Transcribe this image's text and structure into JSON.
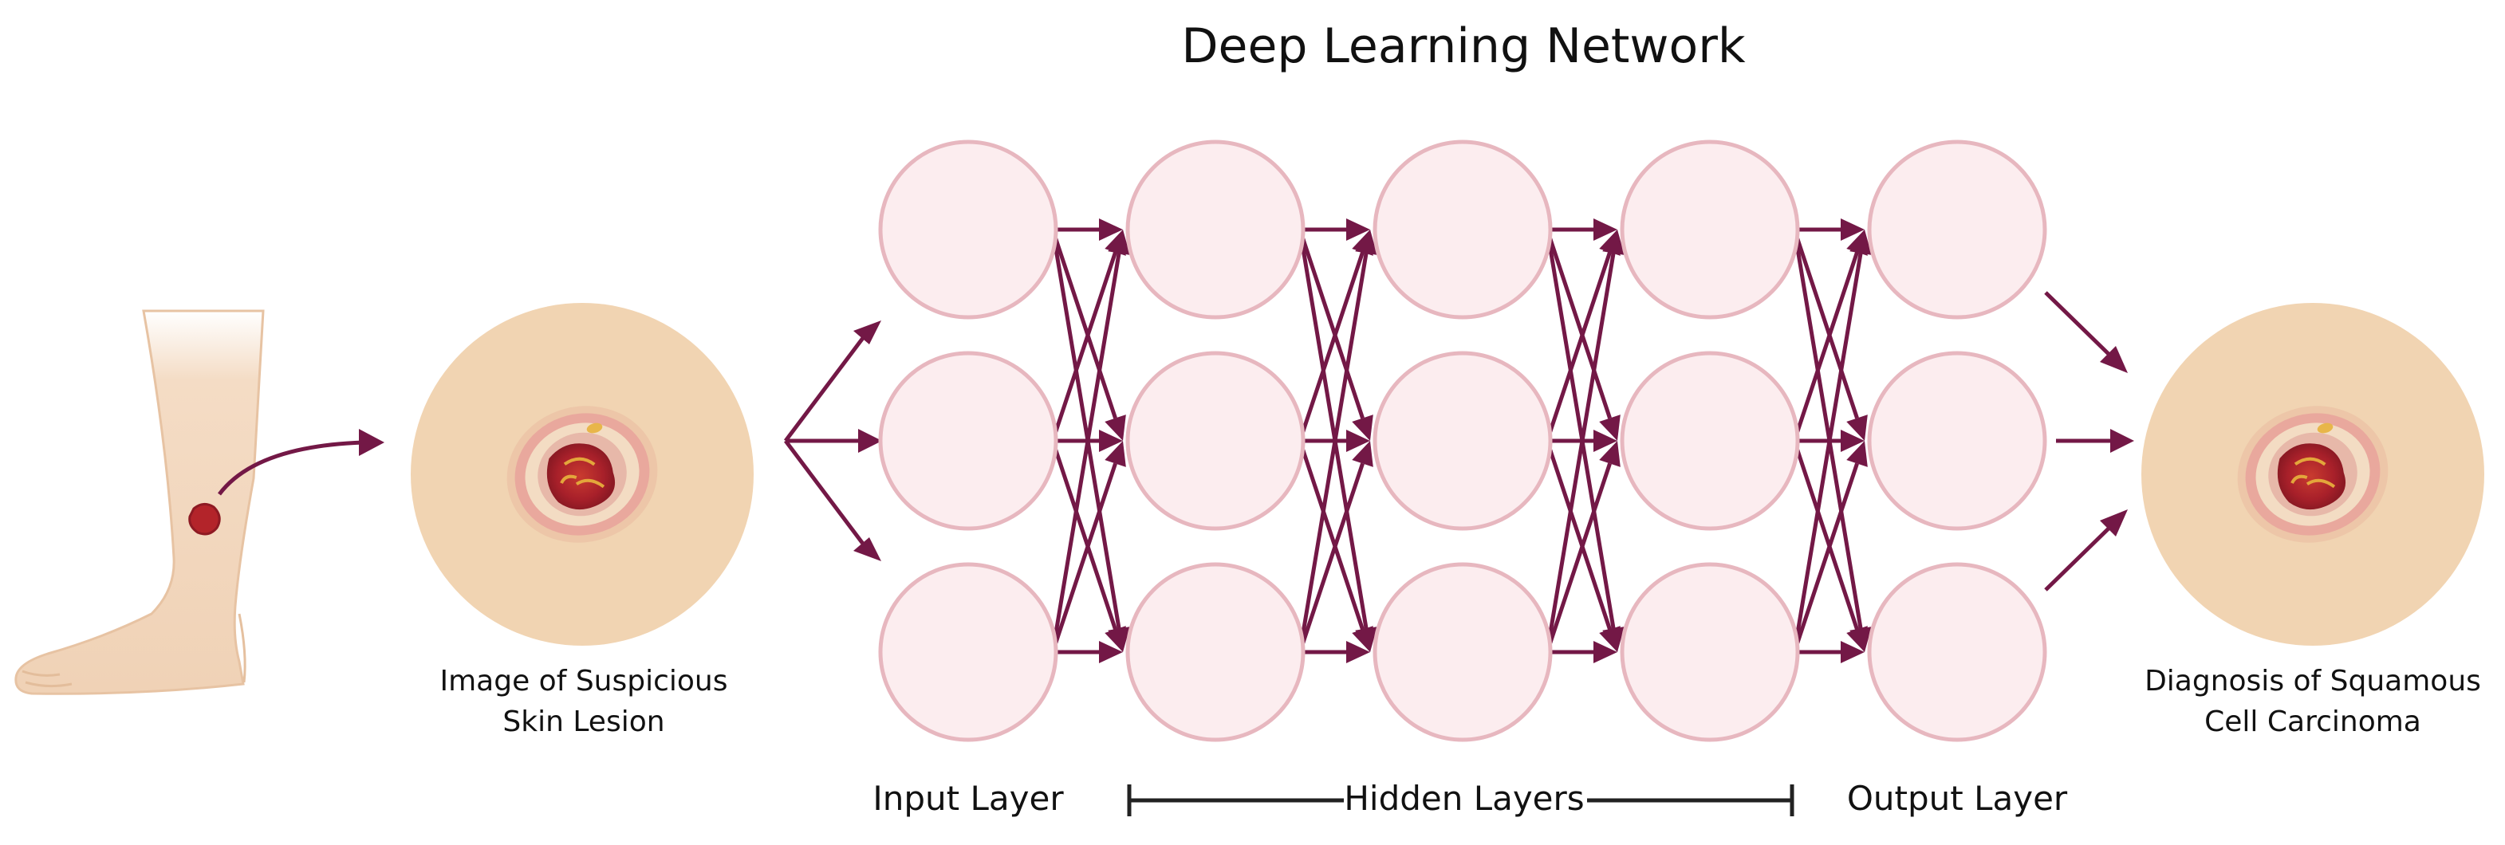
{
  "diagram": {
    "title": "Deep Learning Network",
    "input_caption": [
      "Image of Suspicious",
      "Skin Lesion"
    ],
    "output_caption": [
      "Diagnosis of Squamous",
      "Cell Carcinoma"
    ],
    "layer_labels": {
      "input": "Input Layer",
      "hidden": "Hidden Layers",
      "output": "Output Layer"
    },
    "network": {
      "layers": 5,
      "nodes_per_layer": 3,
      "connection": "fully-connected"
    },
    "colors": {
      "arrow": "#731846",
      "node_fill": "#fcedef",
      "node_stroke": "#e7b7bf",
      "skin": "#f1d4b2",
      "lesion": "#b3242a"
    }
  }
}
